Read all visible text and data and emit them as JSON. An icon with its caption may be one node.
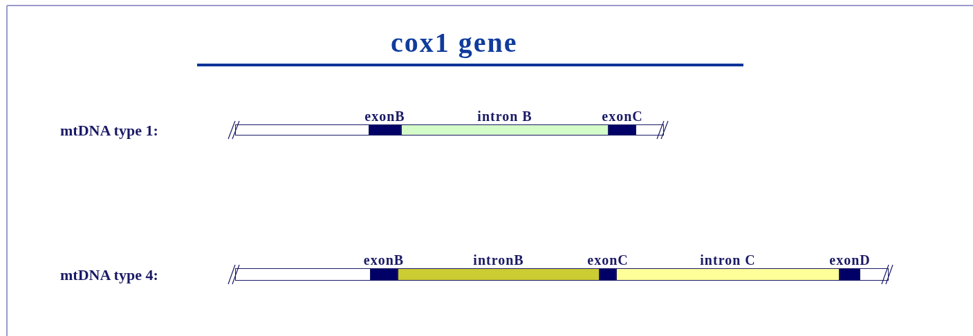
{
  "diagram": {
    "title": "cox1 gene",
    "nodes": [
      {
        "text": [
          "exonB"
        ]
      },
      {
        "text": [
          "intron B"
        ]
      },
      {
        "text": [
          "exonC"
        ]
      },
      {
        "text": [
          "exonB"
        ]
      },
      {
        "text": [
          "intronB"
        ]
      },
      {
        "text": [
          "exonC"
        ]
      },
      {
        "text": [
          "intron C"
        ]
      },
      {
        "text": [
          "exonD"
        ]
      }
    ],
    "labels": [
      "mtDNA type 1:",
      "mtDNA type 4:"
    ]
  }
}
